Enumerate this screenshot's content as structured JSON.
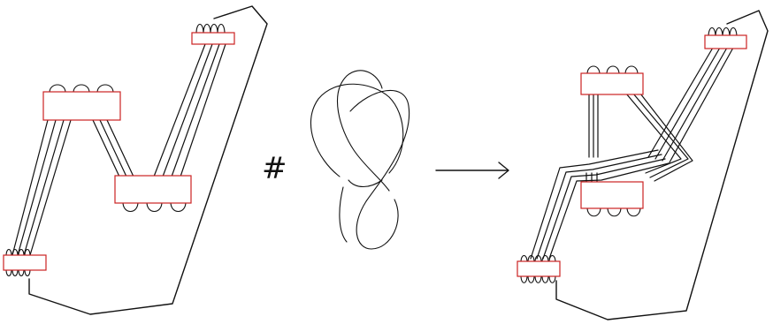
{
  "operator": "#",
  "colors": {
    "line": "#111111",
    "box": "#cc2222",
    "background": "#ffffff"
  },
  "figure": {
    "left_diagram": "braid-closure-with-boxes",
    "middle_knot": "trefoil",
    "arrow": "right-arrow",
    "right_diagram": "braid-closure-with-boxes"
  }
}
